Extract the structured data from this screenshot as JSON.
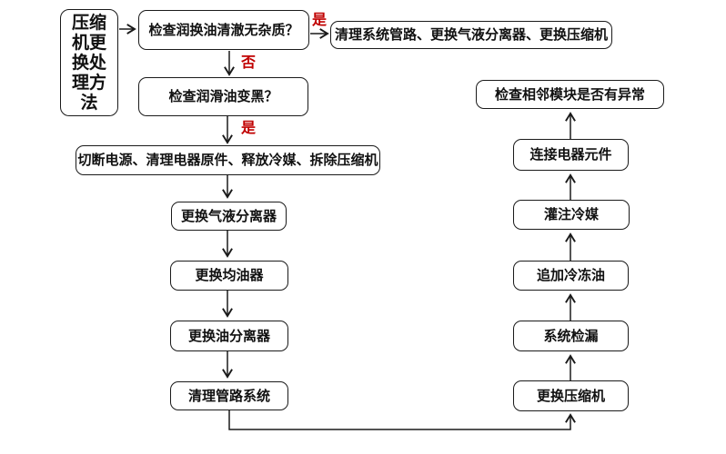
{
  "diagram": {
    "type": "flowchart",
    "topic": "compressor-replacement-procedure"
  },
  "nodes": [
    {
      "id": "title",
      "label": "压缩机更换处理方法"
    },
    {
      "id": "check-oil-clear",
      "label": "检查润换油清澈无杂质？"
    },
    {
      "id": "clean-system",
      "label": "清理系统管路、更换气液分离器、更换压缩机"
    },
    {
      "id": "check-oil-black",
      "label": "检查润滑油变黑？"
    },
    {
      "id": "cut-power",
      "label": "切断电源、清理电器原件、释放冷媒、拆除压缩机"
    },
    {
      "id": "replace-gas-liquid-separator",
      "label": "更换气液分离器"
    },
    {
      "id": "replace-oil-balancer",
      "label": "更换均油器"
    },
    {
      "id": "replace-oil-separator",
      "label": "更换油分离器"
    },
    {
      "id": "clean-pipe-system",
      "label": "清理管路系统"
    },
    {
      "id": "replace-compressor",
      "label": "更换压缩机"
    },
    {
      "id": "system-leak-check",
      "label": "系统检漏"
    },
    {
      "id": "add-refrigeration-oil",
      "label": "追加冷冻油"
    },
    {
      "id": "charge-refrigerant",
      "label": "灌注冷媒"
    },
    {
      "id": "connect-electrical-parts",
      "label": "连接电器元件"
    },
    {
      "id": "check-adjacent-modules",
      "label": "检查相邻模块是否有异常"
    }
  ],
  "decision_labels": {
    "yes": "是",
    "no": "否"
  },
  "edges": [
    {
      "from": "title",
      "to": "check-oil-clear",
      "label": ""
    },
    {
      "from": "check-oil-clear",
      "to": "clean-system",
      "label": "是"
    },
    {
      "from": "check-oil-clear",
      "to": "check-oil-black",
      "label": "否"
    },
    {
      "from": "check-oil-black",
      "to": "cut-power",
      "label": "是"
    },
    {
      "from": "cut-power",
      "to": "replace-gas-liquid-separator",
      "label": ""
    },
    {
      "from": "replace-gas-liquid-separator",
      "to": "replace-oil-balancer",
      "label": ""
    },
    {
      "from": "replace-oil-balancer",
      "to": "replace-oil-separator",
      "label": ""
    },
    {
      "from": "replace-oil-separator",
      "to": "clean-pipe-system",
      "label": ""
    },
    {
      "from": "clean-pipe-system",
      "to": "replace-compressor",
      "label": ""
    },
    {
      "from": "replace-compressor",
      "to": "system-leak-check",
      "label": ""
    },
    {
      "from": "system-leak-check",
      "to": "add-refrigeration-oil",
      "label": ""
    },
    {
      "from": "add-refrigeration-oil",
      "to": "charge-refrigerant",
      "label": ""
    },
    {
      "from": "charge-refrigerant",
      "to": "connect-electrical-parts",
      "label": ""
    },
    {
      "from": "connect-electrical-parts",
      "to": "check-adjacent-modules",
      "label": ""
    }
  ],
  "colors": {
    "background": "#ffffff",
    "node_background": "#ffffff",
    "node_border": "#1a1a1a",
    "node_text": "#111111",
    "line": "#1a1a1a",
    "decision_label": "#c00000"
  }
}
